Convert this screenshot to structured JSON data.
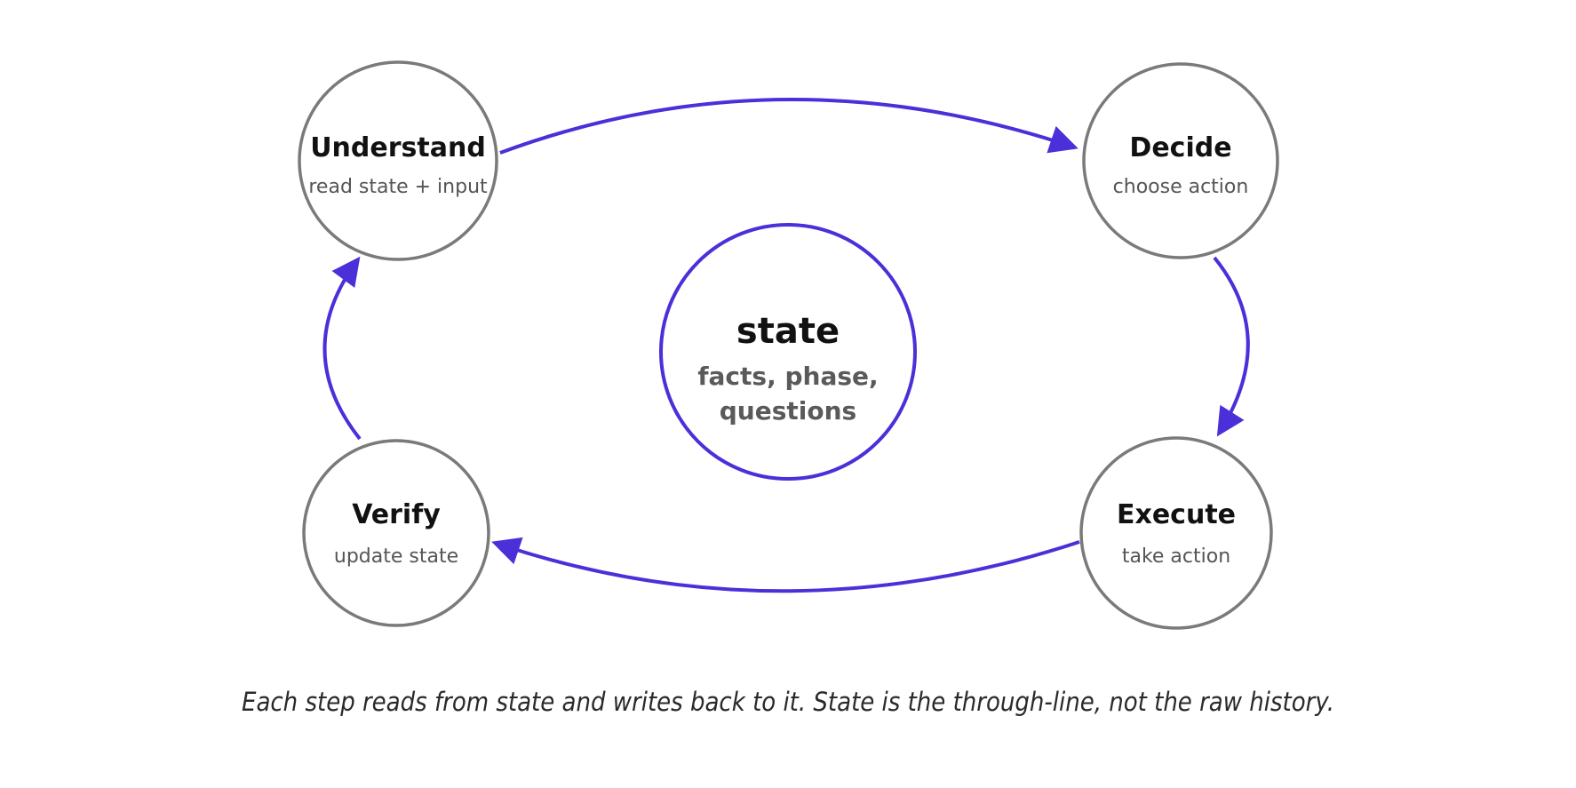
{
  "nodes": {
    "understand": {
      "title": "Understand",
      "subtitle": "read state + input"
    },
    "decide": {
      "title": "Decide",
      "subtitle": "choose action"
    },
    "execute": {
      "title": "Execute",
      "subtitle": "take action"
    },
    "verify": {
      "title": "Verify",
      "subtitle": "update state"
    }
  },
  "center": {
    "title": "state",
    "subtitle_lines": [
      "facts, phase,",
      "questions"
    ]
  },
  "caption": "Each step reads from state and writes back to it. State is the through-line, not the raw history.",
  "colors": {
    "accent": "#4b2fd9",
    "node_stroke": "#7a7a7a",
    "background": "#ffffff"
  }
}
